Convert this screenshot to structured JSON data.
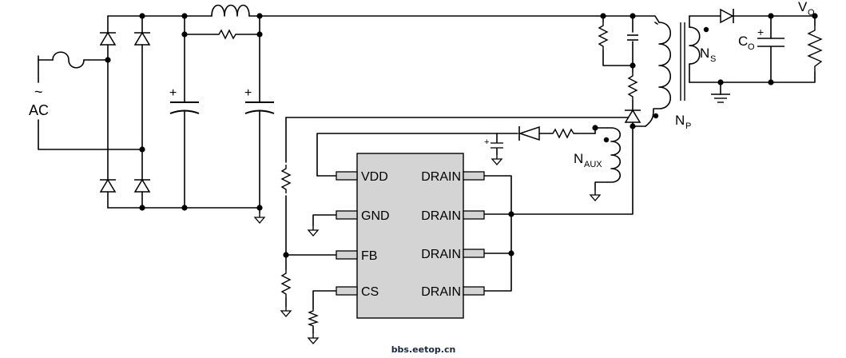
{
  "labels": {
    "tilde": "~",
    "ac": "AC",
    "plus": "+",
    "ns_main": "N",
    "ns_sub": "S",
    "np_main": "N",
    "np_sub": "P",
    "naux_main": "N",
    "naux_sub": "AUX",
    "co_main": "C",
    "co_sub": "O",
    "vo_main": "V",
    "vo_sub": "O"
  },
  "ic": {
    "left_pins": [
      "VDD",
      "GND",
      "FB",
      "CS"
    ],
    "right_pins": [
      "DRAIN",
      "DRAIN",
      "DRAIN",
      "DRAIN"
    ]
  },
  "watermark": "bbs.eetop.cn"
}
